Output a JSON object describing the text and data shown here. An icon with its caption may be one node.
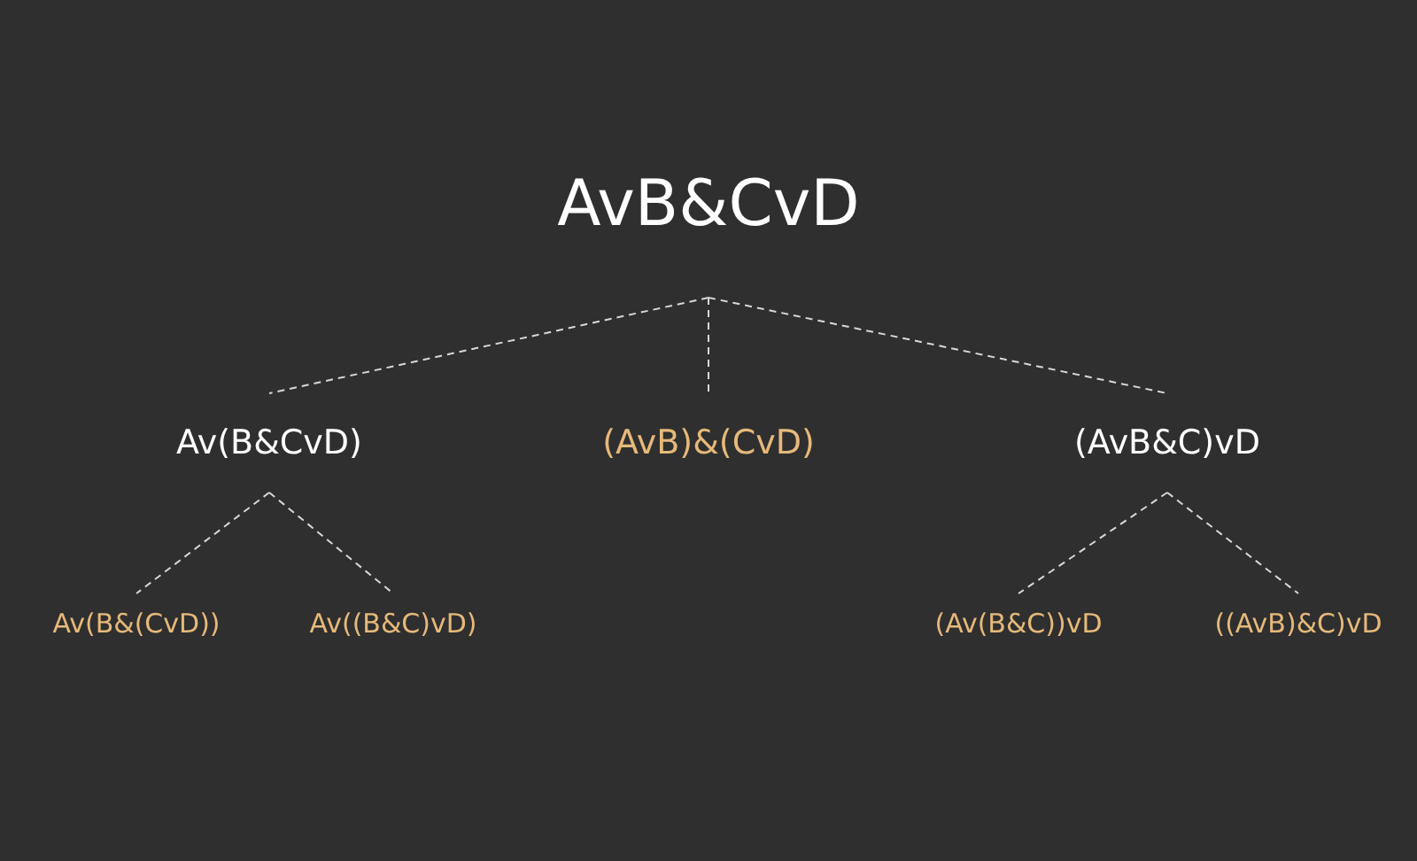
{
  "diagram": {
    "nodes": [
      {
        "text": [
          "AvB&CvD"
        ]
      },
      {
        "text": [
          "Av(B&CvD)"
        ]
      },
      {
        "text": [
          "(AvB)&(CvD)"
        ]
      },
      {
        "text": [
          "(AvB&C)vD"
        ]
      },
      {
        "text": [
          "Av(B&(CvD))"
        ]
      },
      {
        "text": [
          "Av((B&C)vD)"
        ]
      },
      {
        "text": [
          "(Av(B&C))vD"
        ]
      },
      {
        "text": [
          "((AvB)&C)vD"
        ]
      }
    ],
    "edges": [
      {
        "from": 0,
        "to": 1,
        "arrow": "none",
        "style": "dashed"
      },
      {
        "from": 0,
        "to": 2,
        "arrow": "none",
        "style": "dashed"
      },
      {
        "from": 0,
        "to": 3,
        "arrow": "none",
        "style": "dashed"
      },
      {
        "from": 1,
        "to": 4,
        "arrow": "none",
        "style": "dashed"
      },
      {
        "from": 1,
        "to": 5,
        "arrow": "none",
        "style": "dashed"
      },
      {
        "from": 3,
        "to": 6,
        "arrow": "none",
        "style": "dashed"
      },
      {
        "from": 3,
        "to": 7,
        "arrow": "none",
        "style": "dashed"
      }
    ]
  }
}
